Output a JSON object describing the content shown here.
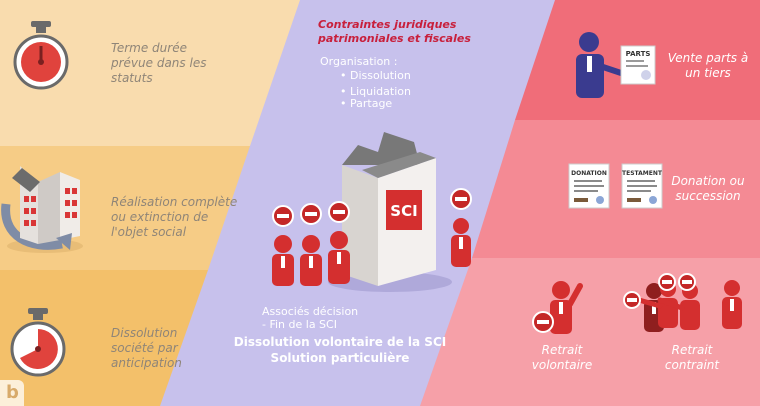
{
  "colors": {
    "left_top": "#f9dcae",
    "left_mid": "#f6cc86",
    "left_bottom": "#f3c06a",
    "center": "#c7c1ec",
    "right_top": "#f06d79",
    "right_mid": "#f48a94",
    "right_bottom": "#f6a0a8",
    "accent_red": "#d42f2f",
    "figure_navy": "#3a3b8f"
  },
  "left": {
    "term": "Terme durée\nprévue dans les\nstatuts",
    "realisation": "Réalisation complète\nou extinction de\nl'objet social",
    "anticipation": "Dissolution\nsociété par\nanticipation"
  },
  "center": {
    "heading": "Contraintes juridiques\npatrimoniales et fiscales",
    "organisation_label": "Organisation :",
    "items": [
      "• Dissolution",
      "• Liquidation",
      "• Partage"
    ],
    "building_label": "SCI",
    "associes": "Associés décision\n- Fin de la SCI",
    "title_line1": "Dissolution volontaire de la SCI",
    "title_line2": "Solution particulière"
  },
  "right": {
    "vente": "Vente parts à\nun tiers",
    "parts_doc": "PARTS",
    "donation": "Donation ou\nsuccession",
    "donation_doc": "DONATION",
    "testament_doc": "TESTAMENT",
    "retrait_vol": "Retrait\nvolontaire",
    "retrait_con": "Retrait\ncontraint"
  },
  "logo_letter": "b",
  "icons": [
    "stopwatch-icon",
    "building-arrow-icon",
    "stopwatch-partial-icon",
    "sci-building-icon",
    "presenter-icon",
    "document-icon",
    "waving-person-icon",
    "pointing-group-icon"
  ]
}
